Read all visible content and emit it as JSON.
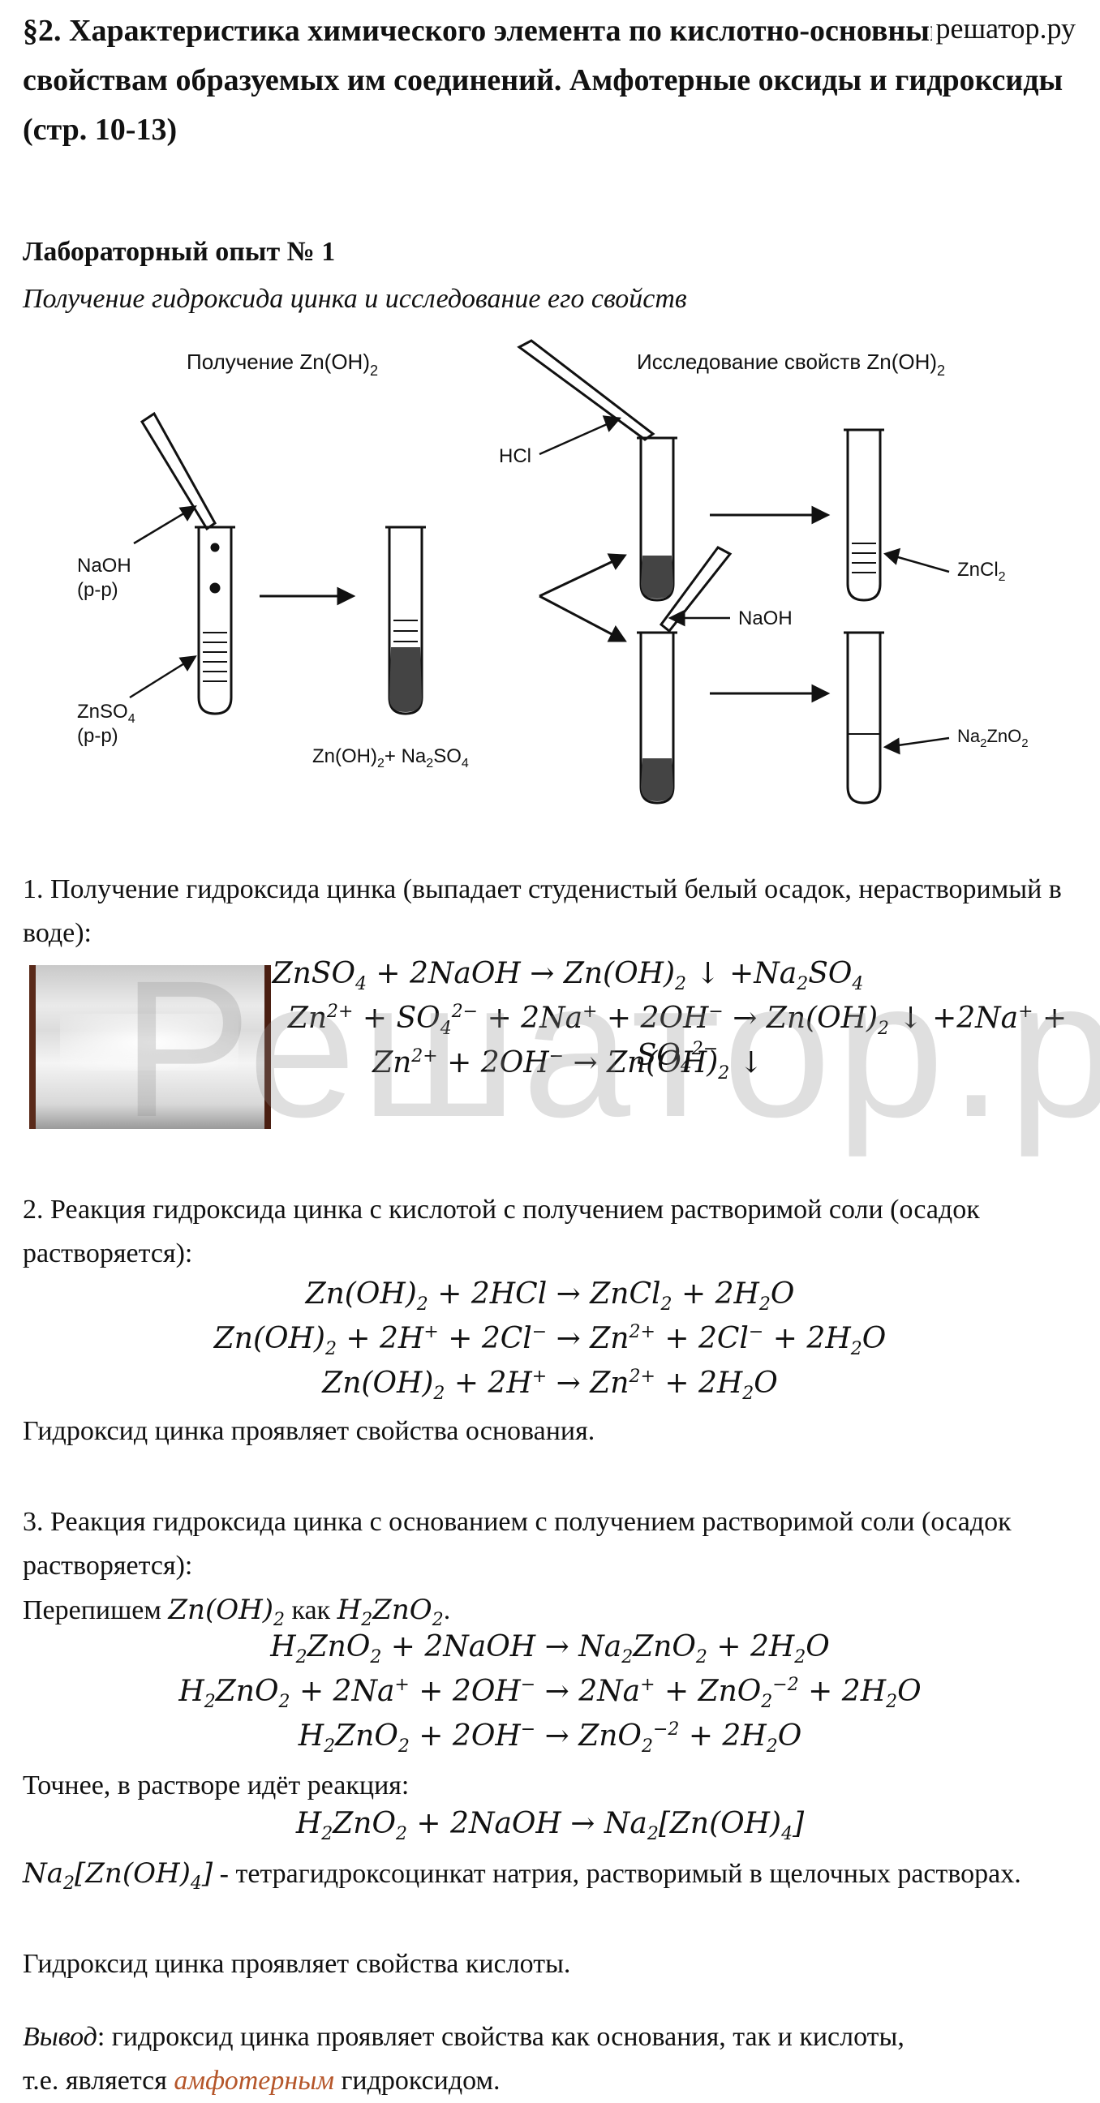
{
  "header": {
    "title": "§2. Характеристика химического элемента по кислотно-основным свойствам образуемых им соединений. Амфотерные оксиды и гидроксиды (стр. 10-13)",
    "site": "решатор.ру"
  },
  "lab": {
    "heading": "Лабораторный опыт № 1",
    "subtitle": "Получение гидроксида цинка и исследование его свойств"
  },
  "diagram": {
    "label_prep": "Получение Zn(OH)",
    "label_study": "Исследование свойств Zn(OH)",
    "sub2": "2",
    "naoh": "NaOH",
    "pp": "(р-р)",
    "znso": "ZnSO",
    "sub4": "4",
    "product": "Zn(OH)",
    "plus_na": "+ Na",
    "so": "SO",
    "hcl": "HCl",
    "zncl": "ZnCl",
    "na2": "Na",
    "zno": "ZnO"
  },
  "section1": {
    "text": "1. Получение гидроксида цинка (выпадает студенистый белый осадок, нерастворимый в воде):"
  },
  "section2": {
    "text": "2. Реакция гидроксида цинка с кислотой с получением растворимой соли (осадок растворяется):",
    "note": "Гидроксид цинка проявляет свойства основания."
  },
  "section3": {
    "text": "3. Реакция гидроксида цинка с основанием с получением растворимой соли (осадок растворяется):",
    "rewrite": "Перепишем",
    "as": "как",
    "precise": "Точнее, в растворе идёт реакция:",
    "complex_desc": "- тетрагидроксоцинкат натрия, растворимый в щелочных растворах.",
    "note": "Гидроксид цинка проявляет свойства кислоты."
  },
  "conclusion": {
    "label": "Вывод",
    "text1": ": гидроксид цинка проявляет свойства как основания, так и кислоты,",
    "text2": "т.е. является",
    "highlight": "амфотерным",
    "text3": "гидроксидом."
  },
  "watermark": "Решатор.ру",
  "colors": {
    "highlight": "#b5562a"
  }
}
